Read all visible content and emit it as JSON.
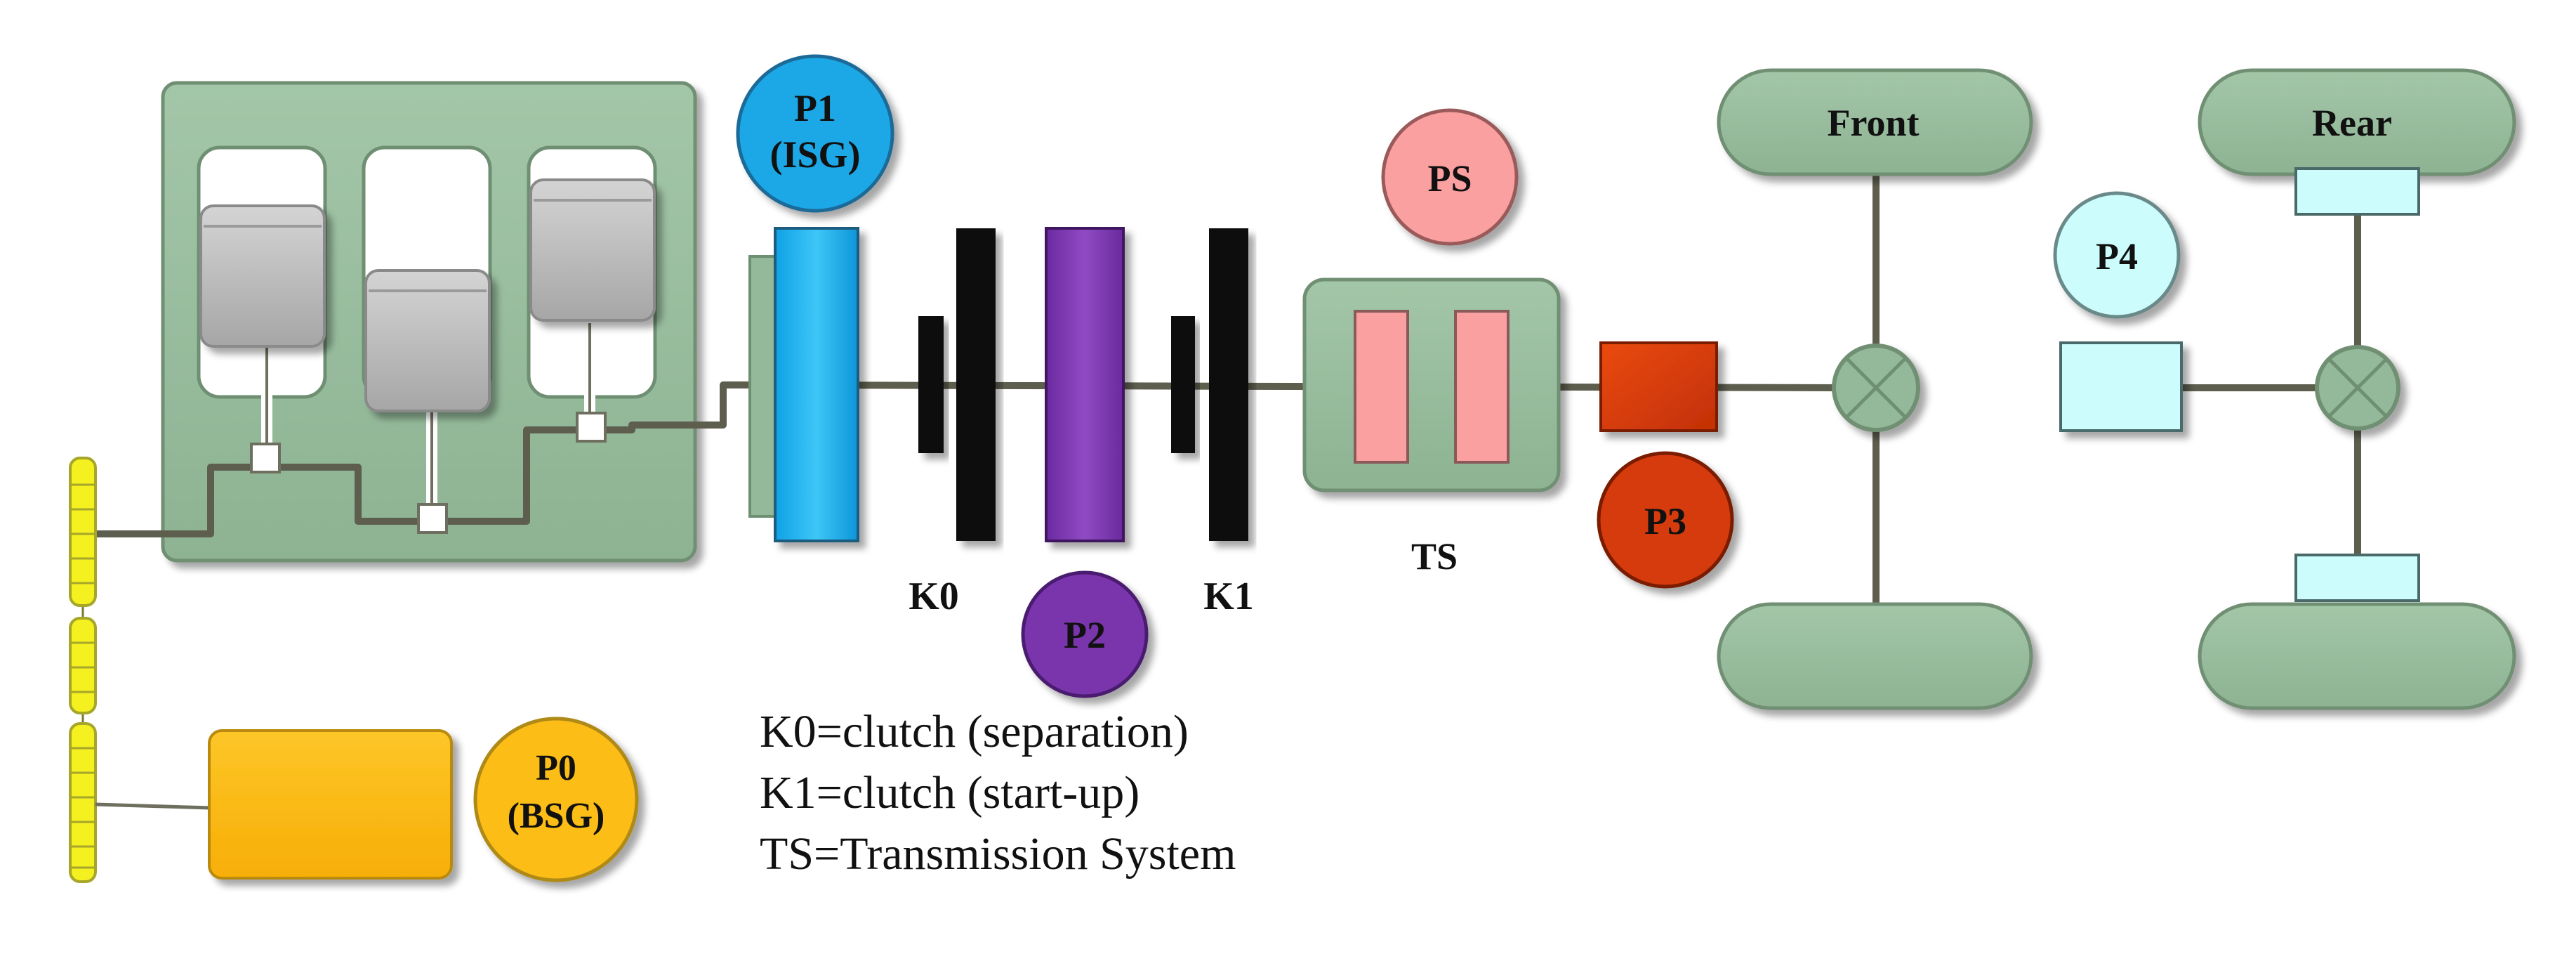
{
  "labels": {
    "p1_line1": "P1",
    "p1_line2": "(ISG)",
    "p0_line1": "P0",
    "p0_line2": "(BSG)",
    "p2": "P2",
    "p3": "P3",
    "p4": "P4",
    "ps": "PS",
    "k0": "K0",
    "k1": "K1",
    "ts": "TS",
    "front": "Front",
    "rear": "Rear"
  },
  "legend": [
    "K0=clutch (separation)",
    "K1=clutch (start-up)",
    "TS=Transmission System"
  ],
  "colors": {
    "green_fill": "#93b99a",
    "green_stroke": "#6f8f73",
    "shaft": "#5e5e4e",
    "piston": "#b5b5b5",
    "belt": "#f5f020",
    "p0": "#fbbd16",
    "p1": "#1ea8e6",
    "p2": "#7a36ad",
    "p3": "#d63a08",
    "p4": "#ccfcfc",
    "ps": "#fba0a0",
    "black": "#0c0c0c"
  }
}
